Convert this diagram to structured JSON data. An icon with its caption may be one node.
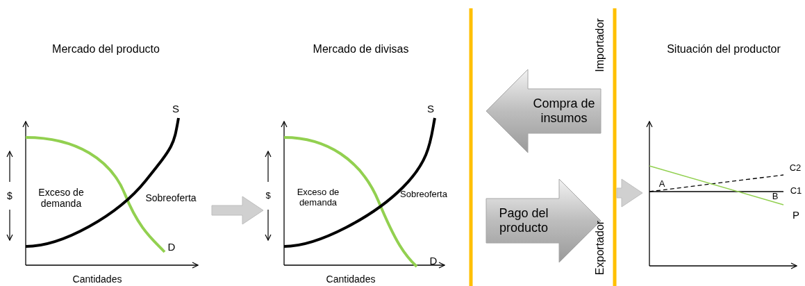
{
  "diagram": {
    "nodes": [
      {
        "text": [
          "Mercado del producto"
        ]
      },
      {
        "text": [
          "Mercado de divisas"
        ]
      },
      {
        "text": [
          "Compra de insumos"
        ]
      },
      {
        "text": [
          "Pago del producto"
        ]
      },
      {
        "text": [
          "Situación del productor"
        ]
      }
    ],
    "edges": [
      {
        "from": 0,
        "to": 1,
        "arrow": "to"
      },
      {
        "from": null,
        "to": 4,
        "arrow": "to"
      }
    ],
    "labels": [
      "S",
      "$",
      "Exceso de demanda",
      "Sobreoferta",
      "D",
      "Cantidades",
      "S",
      "$",
      "Exceso de demanda",
      "Sobreoferta",
      "D",
      "Cantidades",
      "Importador",
      "Exportador",
      "C2",
      "A",
      "C1",
      "B",
      "P"
    ]
  }
}
